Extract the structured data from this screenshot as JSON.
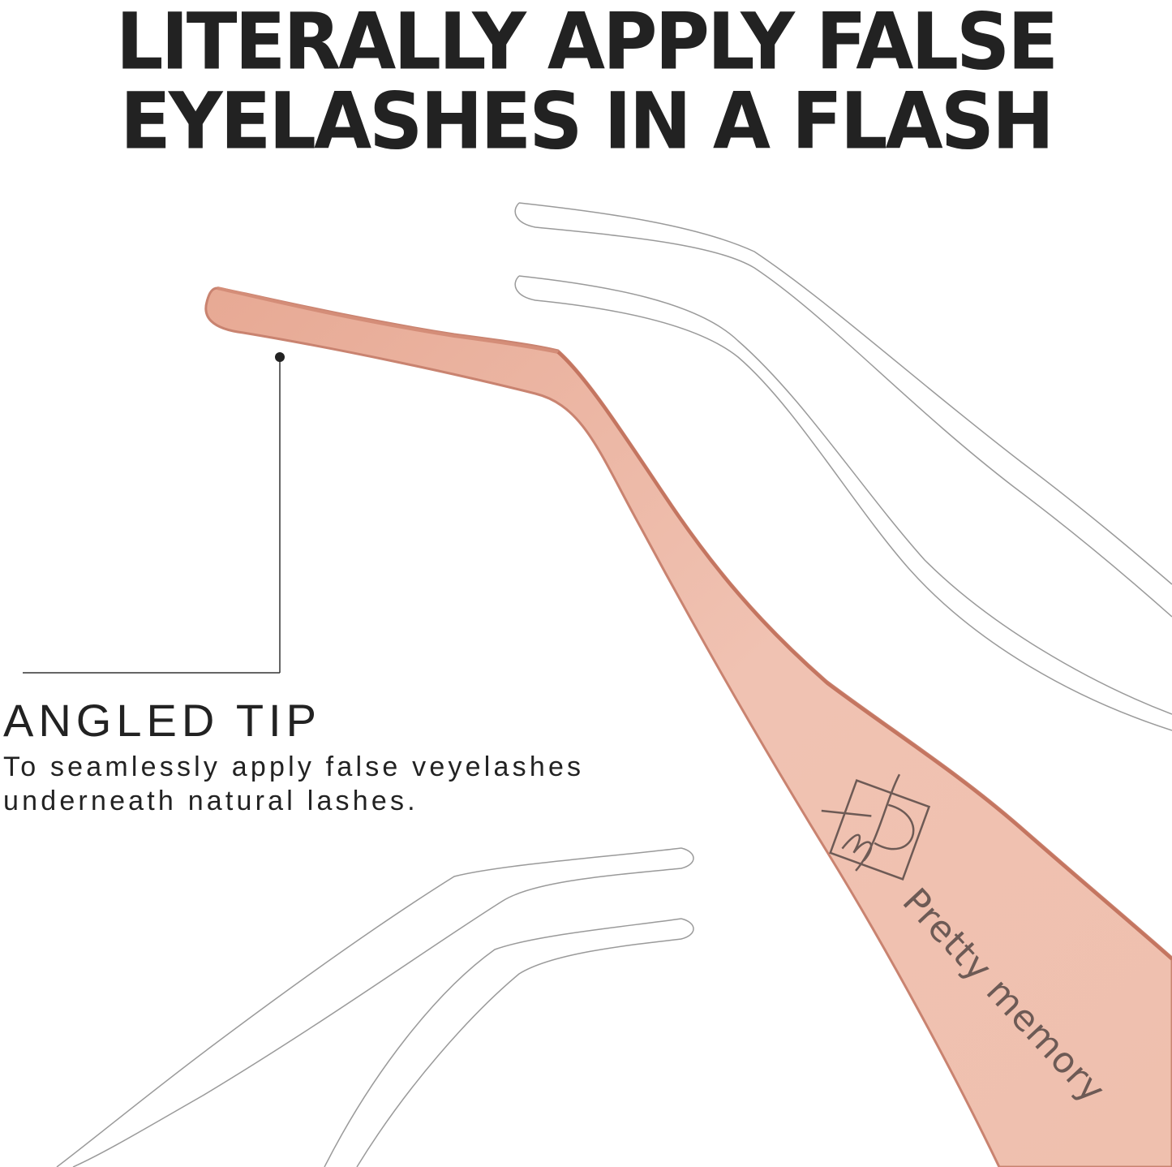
{
  "headline": {
    "line1": "LITERALLY APPLY FALSE",
    "line2": "EYELASHES IN A FLASH"
  },
  "feature": {
    "title": "ANGLED TIP",
    "description_line1": "To seamlessly apply false veyelashes",
    "description_line2": "underneath natural lashes."
  },
  "product": {
    "brand_engraving": "Pretty memory",
    "color": "#e9b4a2",
    "edge_color": "#c98370"
  }
}
